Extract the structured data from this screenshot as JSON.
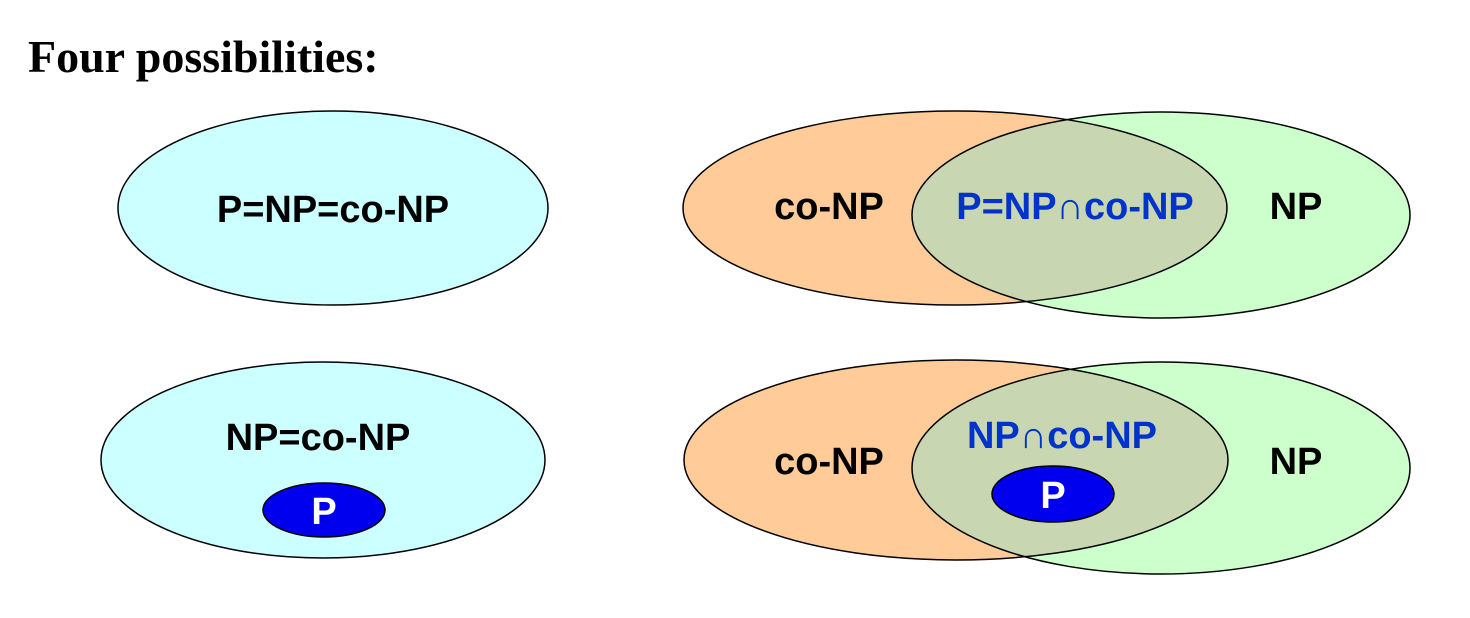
{
  "title": "Four possibilities:",
  "colors": {
    "cyan": "#ccffff",
    "orange": "#ffcc99",
    "green": "#ccffcc",
    "overlap": "#c8d7b1",
    "blue_text": "#0033cc",
    "p_fill": "#0000ee"
  },
  "diagrams": {
    "case1": {
      "label": "P=NP=co-NP"
    },
    "case2": {
      "left": "co-NP",
      "middle": "P=NP∩co-NP",
      "right": "NP"
    },
    "case3": {
      "label": "NP=co-NP",
      "inner": "P"
    },
    "case4": {
      "left": "co-NP",
      "middle": "NP∩co-NP",
      "inner": "P",
      "right": "NP"
    }
  }
}
